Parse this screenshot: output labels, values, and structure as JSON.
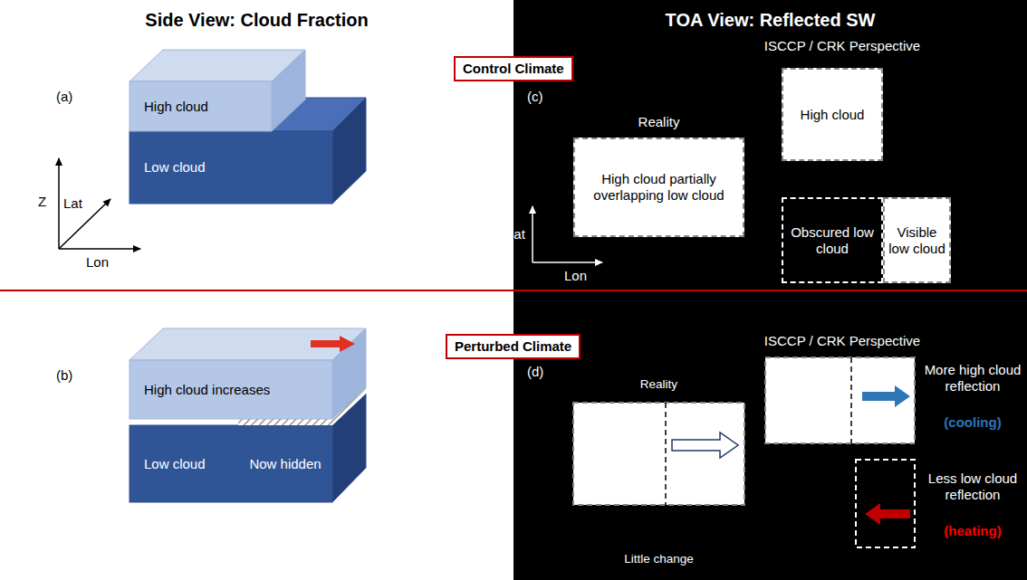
{
  "diagram": {
    "nodes": [
      {
        "text": [
          "Control Climate"
        ]
      },
      {
        "text": [
          "High cloud"
        ]
      },
      {
        "text": [
          "Low cloud"
        ]
      },
      {
        "text": [
          "Reality",
          "High cloud partially overlapping low cloud"
        ]
      },
      {
        "text": [
          "High cloud"
        ]
      },
      {
        "text": [
          "Obscured low cloud"
        ]
      },
      {
        "text": [
          "Visible low cloud"
        ]
      },
      {
        "text": [
          "Perturbed Climate"
        ]
      },
      {
        "text": [
          "High cloud increases"
        ]
      },
      {
        "text": [
          "Low cloud"
        ]
      },
      {
        "text": [
          "Now hidden"
        ]
      },
      {
        "text": [
          "Reality",
          "Little change"
        ]
      }
    ],
    "labels": [
      "Side View: Cloud Fraction",
      "TOA View: Reflected SW",
      "(a)",
      "Z",
      "Lat",
      "Lon",
      "ISCCP / CRK  Perspective",
      "(c)",
      "Lat",
      "Lon",
      "(b)",
      "ISCCP / CRK  Perspective",
      "(d)",
      "More high cloud reflection",
      "(cooling)",
      "Less low cloud reflection",
      "(heating)"
    ]
  }
}
